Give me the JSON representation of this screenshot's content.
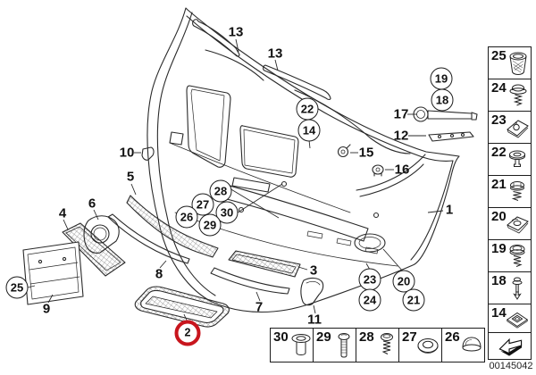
{
  "figure": {
    "id_code": "00145042"
  },
  "colors": {
    "line": "#2a2a2a",
    "highlight_red": "#c8151d"
  },
  "callouts": [
    {
      "num": "13",
      "style": "plain"
    },
    {
      "num": "13",
      "style": "plain"
    },
    {
      "num": "22",
      "style": "circle"
    },
    {
      "num": "14",
      "style": "circle"
    },
    {
      "num": "19",
      "style": "circle"
    },
    {
      "num": "18",
      "style": "circle"
    },
    {
      "num": "17",
      "style": "plain"
    },
    {
      "num": "12",
      "style": "plain"
    },
    {
      "num": "15",
      "style": "plain"
    },
    {
      "num": "16",
      "style": "plain"
    },
    {
      "num": "10",
      "style": "plain"
    },
    {
      "num": "5",
      "style": "plain"
    },
    {
      "num": "6",
      "style": "plain"
    },
    {
      "num": "4",
      "style": "plain"
    },
    {
      "num": "25",
      "style": "circle"
    },
    {
      "num": "9",
      "style": "plain"
    },
    {
      "num": "8",
      "style": "plain"
    },
    {
      "num": "28",
      "style": "circle"
    },
    {
      "num": "27",
      "style": "circle"
    },
    {
      "num": "26",
      "style": "circle"
    },
    {
      "num": "30",
      "style": "circle"
    },
    {
      "num": "29",
      "style": "circle"
    },
    {
      "num": "2",
      "style": "red-circle"
    },
    {
      "num": "7",
      "style": "plain"
    },
    {
      "num": "3",
      "style": "plain"
    },
    {
      "num": "11",
      "style": "plain"
    },
    {
      "num": "23",
      "style": "circle"
    },
    {
      "num": "24",
      "style": "circle"
    },
    {
      "num": "20",
      "style": "circle"
    },
    {
      "num": "21",
      "style": "circle"
    },
    {
      "num": "1",
      "style": "plain"
    }
  ],
  "sidebar": {
    "items": [
      {
        "num": "25",
        "icon": "expansion-plug-icon"
      },
      {
        "num": "24",
        "icon": "screw-with-washer-icon"
      },
      {
        "num": "23",
        "icon": "clip-nut-icon"
      },
      {
        "num": "22",
        "icon": "plastic-rivet-icon"
      },
      {
        "num": "21",
        "icon": "tapping-screw-icon"
      },
      {
        "num": "20",
        "icon": "body-nut-clip-icon"
      },
      {
        "num": "19",
        "icon": "round-head-screw-icon"
      },
      {
        "num": "18",
        "icon": "expanding-pin-icon"
      },
      {
        "num": "14",
        "icon": "grommet-icon"
      }
    ],
    "arrow_icon": "page-turn-arrow-icon"
  },
  "bottom_row": {
    "items": [
      {
        "num": "30",
        "icon": "sleeve-bushing-icon"
      },
      {
        "num": "29",
        "icon": "long-screw-icon"
      },
      {
        "num": "28",
        "icon": "pan-head-screw-icon"
      },
      {
        "num": "27",
        "icon": "washer-icon"
      },
      {
        "num": "26",
        "icon": "cover-cap-icon"
      }
    ]
  }
}
